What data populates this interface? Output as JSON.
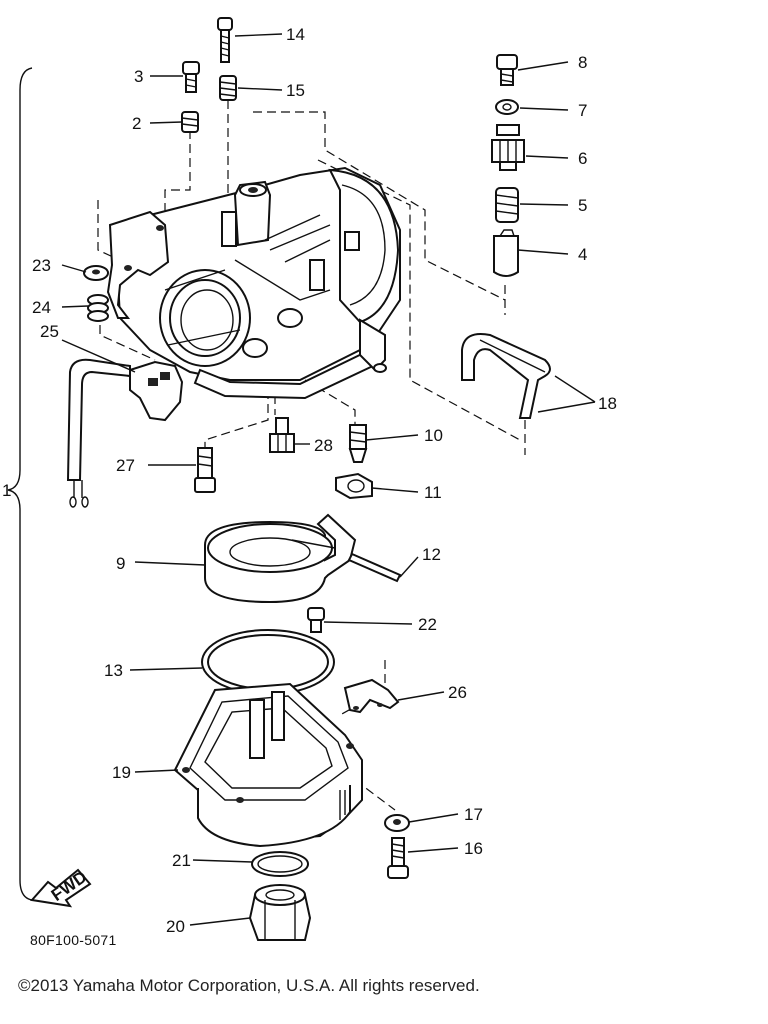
{
  "callouts": [
    {
      "n": "1"
    },
    {
      "n": "2"
    },
    {
      "n": "3"
    },
    {
      "n": "4"
    },
    {
      "n": "5"
    },
    {
      "n": "6"
    },
    {
      "n": "7"
    },
    {
      "n": "8"
    },
    {
      "n": "9"
    },
    {
      "n": "10"
    },
    {
      "n": "11"
    },
    {
      "n": "12"
    },
    {
      "n": "13"
    },
    {
      "n": "14"
    },
    {
      "n": "15"
    },
    {
      "n": "16"
    },
    {
      "n": "17"
    },
    {
      "n": "18"
    },
    {
      "n": "19"
    },
    {
      "n": "20"
    },
    {
      "n": "21"
    },
    {
      "n": "22"
    },
    {
      "n": "23"
    },
    {
      "n": "24"
    },
    {
      "n": "25"
    },
    {
      "n": "26"
    },
    {
      "n": "27"
    },
    {
      "n": "28"
    }
  ],
  "fwd_arrow": "FWD",
  "reference_code": "80F100-5071",
  "copyright": "©2013 Yamaha Motor Corporation, U.S.A. All rights reserved."
}
